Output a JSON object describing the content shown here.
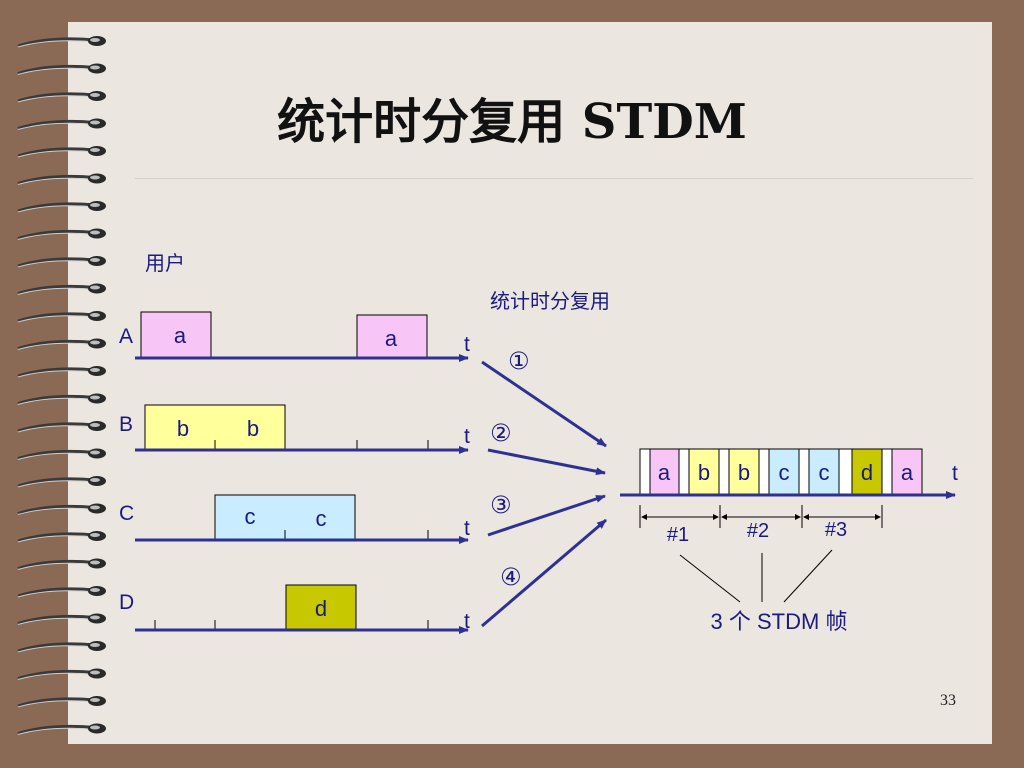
{
  "slide": {
    "title": "统计时分复用 STDM",
    "page_number": "33"
  },
  "diagram": {
    "users_label": "用户",
    "mux_label": "统计时分复用",
    "time_label": "t",
    "lines": [
      {
        "user": "A",
        "path": "①",
        "blocks": [
          {
            "label": "a",
            "color": "#f7c6f7"
          },
          {
            "label": "a",
            "color": "#f7c6f7"
          }
        ]
      },
      {
        "user": "B",
        "path": "②",
        "blocks": [
          {
            "label": "b",
            "color": "#ffff9c"
          },
          {
            "label": "b",
            "color": "#ffff9c"
          }
        ]
      },
      {
        "user": "C",
        "path": "③",
        "blocks": [
          {
            "label": "c",
            "color": "#c9ecff"
          },
          {
            "label": "c",
            "color": "#c9ecff"
          }
        ]
      },
      {
        "user": "D",
        "path": "④",
        "blocks": [
          {
            "label": "d",
            "color": "#c8c800"
          }
        ]
      }
    ],
    "output_slots": [
      {
        "label": "a",
        "color": "#f7c6f7"
      },
      {
        "label": "b",
        "color": "#ffff9c"
      },
      {
        "label": "b",
        "color": "#ffff9c"
      },
      {
        "label": "c",
        "color": "#c9ecff"
      },
      {
        "label": "c",
        "color": "#c9ecff"
      },
      {
        "label": "d",
        "color": "#c8c800"
      },
      {
        "label": "a",
        "color": "#f7c6f7"
      }
    ],
    "frames": [
      "#1",
      "#2",
      "#3"
    ],
    "frames_caption": "3 个 STDM 帧",
    "line_color": "#2e3192",
    "text_color": "#1a1a80"
  }
}
